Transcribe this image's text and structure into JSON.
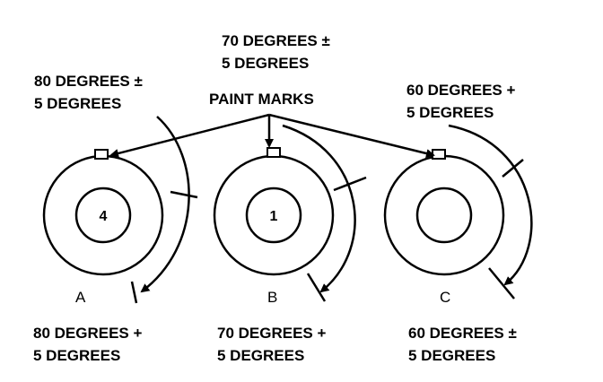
{
  "top_center": {
    "line1": "70 DEGREES ±",
    "line2": "5 DEGREES"
  },
  "top_left": {
    "line1": "80 DEGREES ±",
    "line2": "5 DEGREES"
  },
  "top_right": {
    "line1": "60 DEGREES +",
    "line2": "5 DEGREES"
  },
  "paint_marks": "PAINT MARKS",
  "wheels": [
    {
      "letter": "A",
      "hub_number": "4"
    },
    {
      "letter": "B",
      "hub_number": "1"
    },
    {
      "letter": "C",
      "hub_number": ""
    }
  ],
  "bottom_left": {
    "line1": "80 DEGREES +",
    "line2": "5 DEGREES"
  },
  "bottom_center": {
    "line1": "70 DEGREES +",
    "line2": "5 DEGREES"
  },
  "bottom_right": {
    "line1": "60 DEGREES ±",
    "line2": "5 DEGREES"
  }
}
